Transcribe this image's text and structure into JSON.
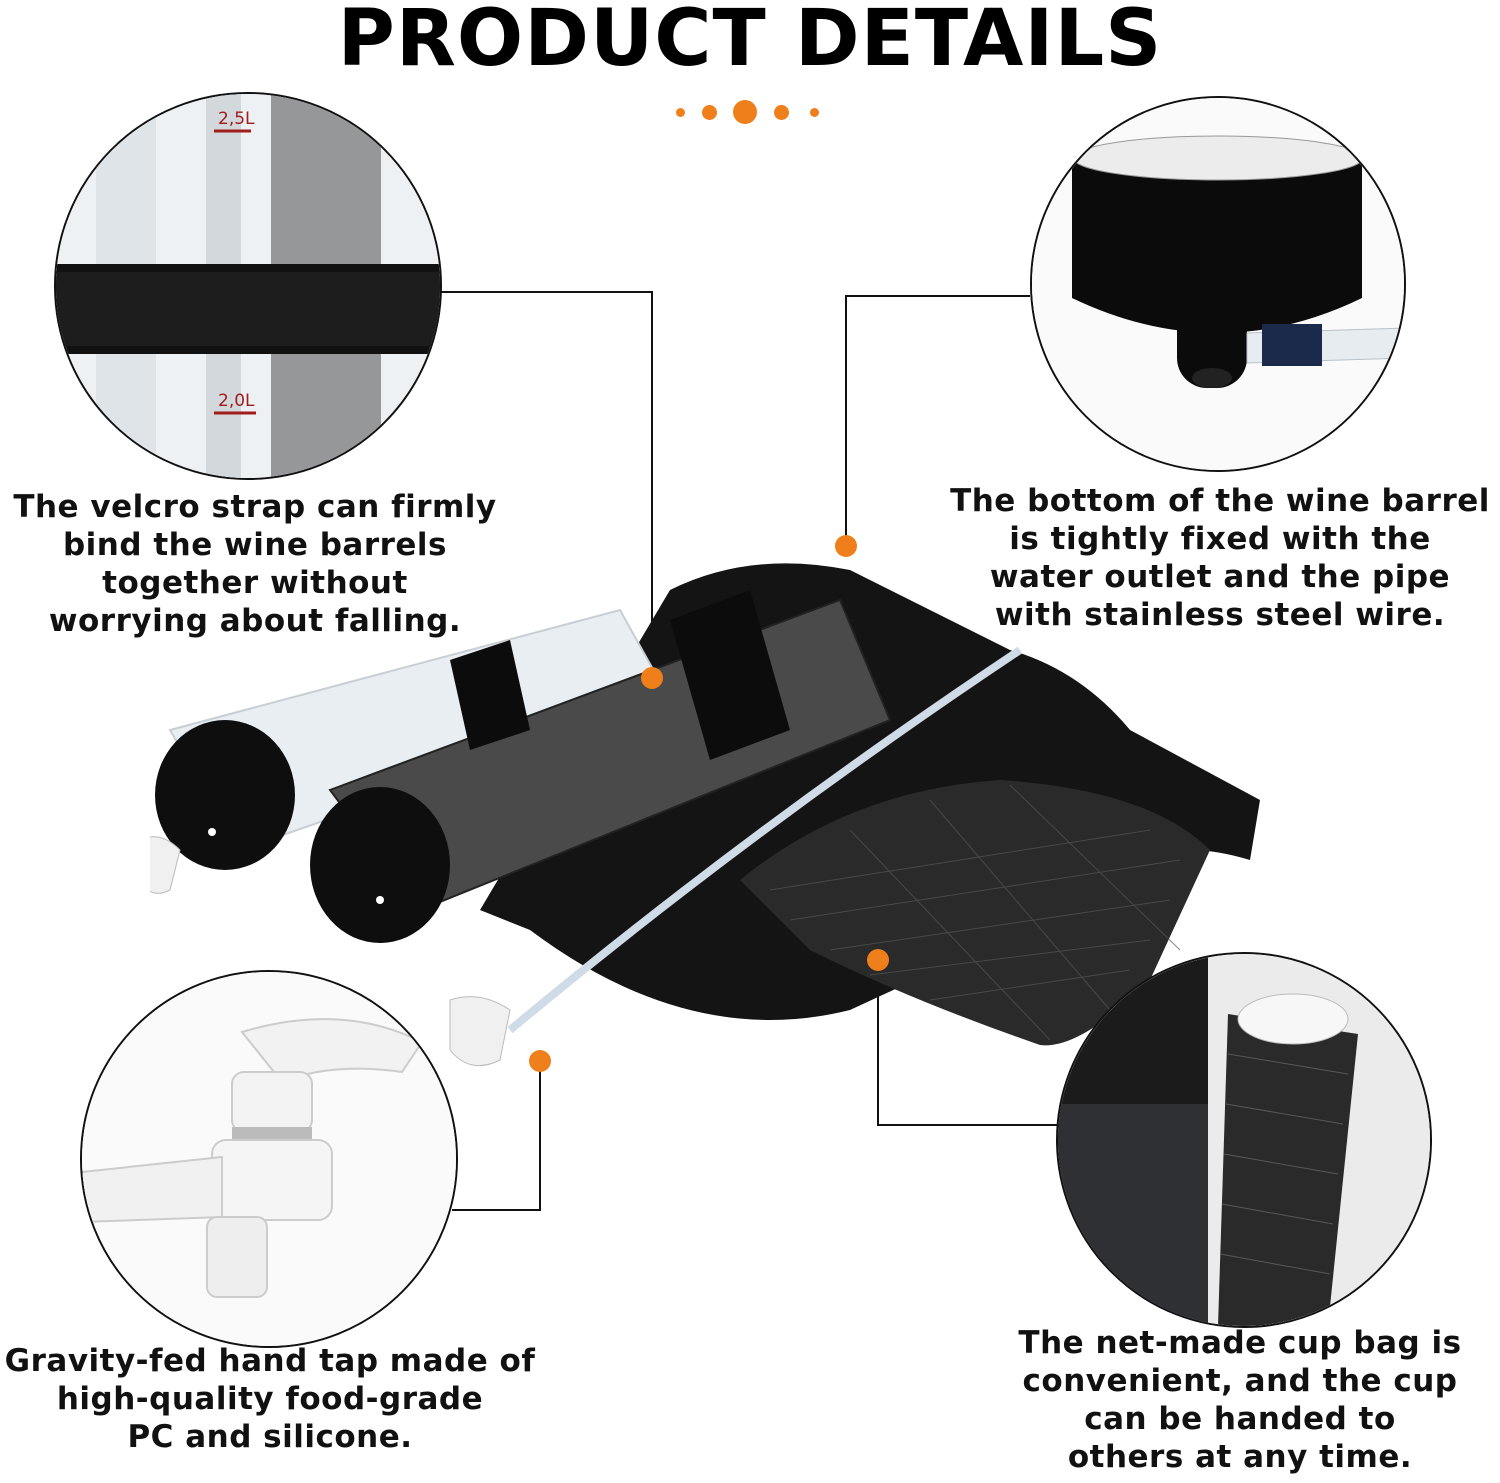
{
  "header": {
    "title": "PRODUCT DETAILS"
  },
  "callouts": {
    "velcro": {
      "lines": [
        "The velcro strap can firmly",
        "bind the wine barrels",
        "together without",
        "worrying about falling."
      ],
      "measure_top": "2,5L",
      "measure_bottom": "2,0L"
    },
    "bottom": {
      "lines": [
        "The bottom of the wine barrel",
        "is tightly fixed with the",
        "water outlet and the pipe",
        "with stainless steel wire."
      ]
    },
    "tap": {
      "lines": [
        "Gravity-fed hand tap made of",
        "high-quality food-grade",
        "PC and silicone."
      ]
    },
    "cupbag": {
      "lines": [
        "The net-made cup bag is",
        "convenient, and the cup",
        "can be handed to",
        "others at any time."
      ]
    }
  },
  "colors": {
    "accent": "#ef7f1a",
    "text": "#111111",
    "background": "#ffffff"
  }
}
